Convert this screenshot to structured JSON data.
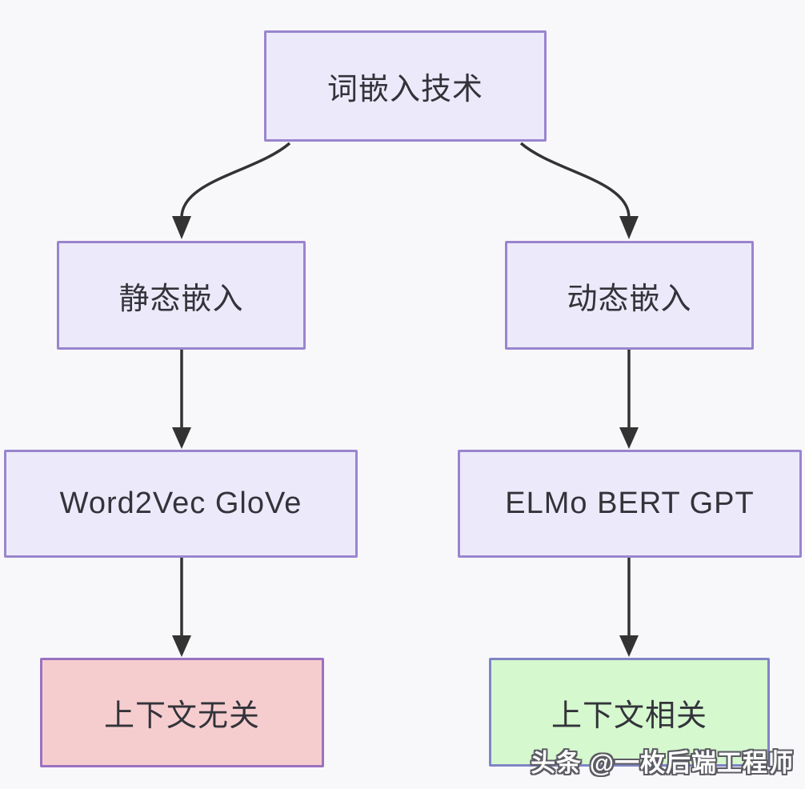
{
  "diagram": {
    "type": "flowchart",
    "direction": "top-down",
    "nodes": {
      "root": {
        "label": "词嵌入技术"
      },
      "static_embedding": {
        "label": "静态嵌入"
      },
      "dynamic_embedding": {
        "label": "动态嵌入"
      },
      "static_models": {
        "label": "Word2Vec GloVe"
      },
      "dynamic_models": {
        "label": "ELMo BERT GPT"
      },
      "context_free": {
        "label": "上下文无关"
      },
      "context_dependent": {
        "label": "上下文相关"
      }
    },
    "edges": [
      {
        "from": "root",
        "to": "static_embedding"
      },
      {
        "from": "root",
        "to": "dynamic_embedding"
      },
      {
        "from": "static_embedding",
        "to": "static_models"
      },
      {
        "from": "dynamic_embedding",
        "to": "dynamic_models"
      },
      {
        "from": "static_models",
        "to": "context_free"
      },
      {
        "from": "dynamic_models",
        "to": "context_dependent"
      }
    ],
    "colors": {
      "background": "#f8f8fb",
      "node_fill": "#eceafa",
      "node_border": "#9a85ce",
      "context_free_fill": "#f6cdcf",
      "context_free_border": "#9b72c0",
      "context_dependent_fill": "#d5f8ce",
      "context_dependent_border": "#8085c5",
      "arrow": "#333333",
      "text": "#33333a"
    }
  },
  "watermark": {
    "text": "头条 @一枚后端工程师"
  }
}
